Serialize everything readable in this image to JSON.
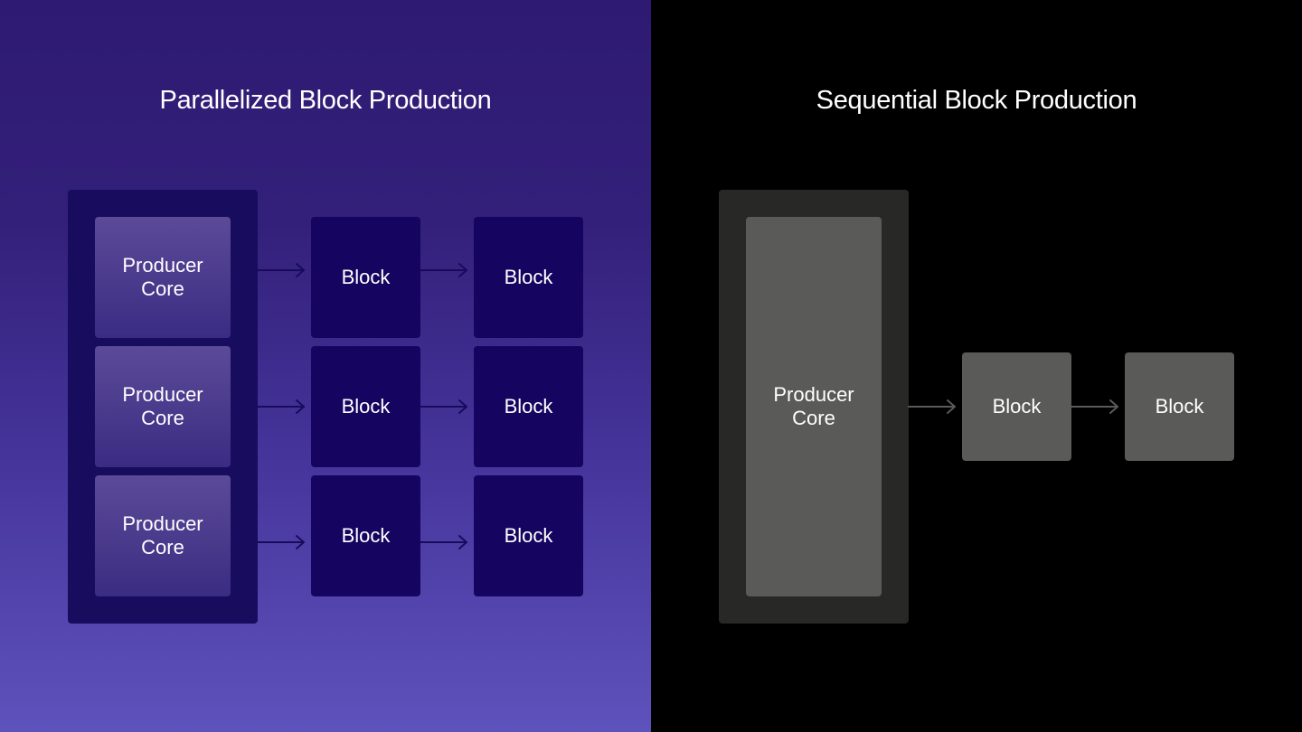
{
  "left": {
    "title": "Parallelized Block Production",
    "rows": [
      {
        "core": "Producer Core",
        "block1": "Block",
        "block2": "Block"
      },
      {
        "core": "Producer Core",
        "block1": "Block",
        "block2": "Block"
      },
      {
        "core": "Producer Core",
        "block1": "Block",
        "block2": "Block"
      }
    ]
  },
  "right": {
    "title": "Sequential Block Production",
    "core": "Producer Core",
    "block1": "Block",
    "block2": "Block"
  },
  "colors": {
    "left_arrow": "#180b5c",
    "right_arrow": "#5a5a58"
  }
}
